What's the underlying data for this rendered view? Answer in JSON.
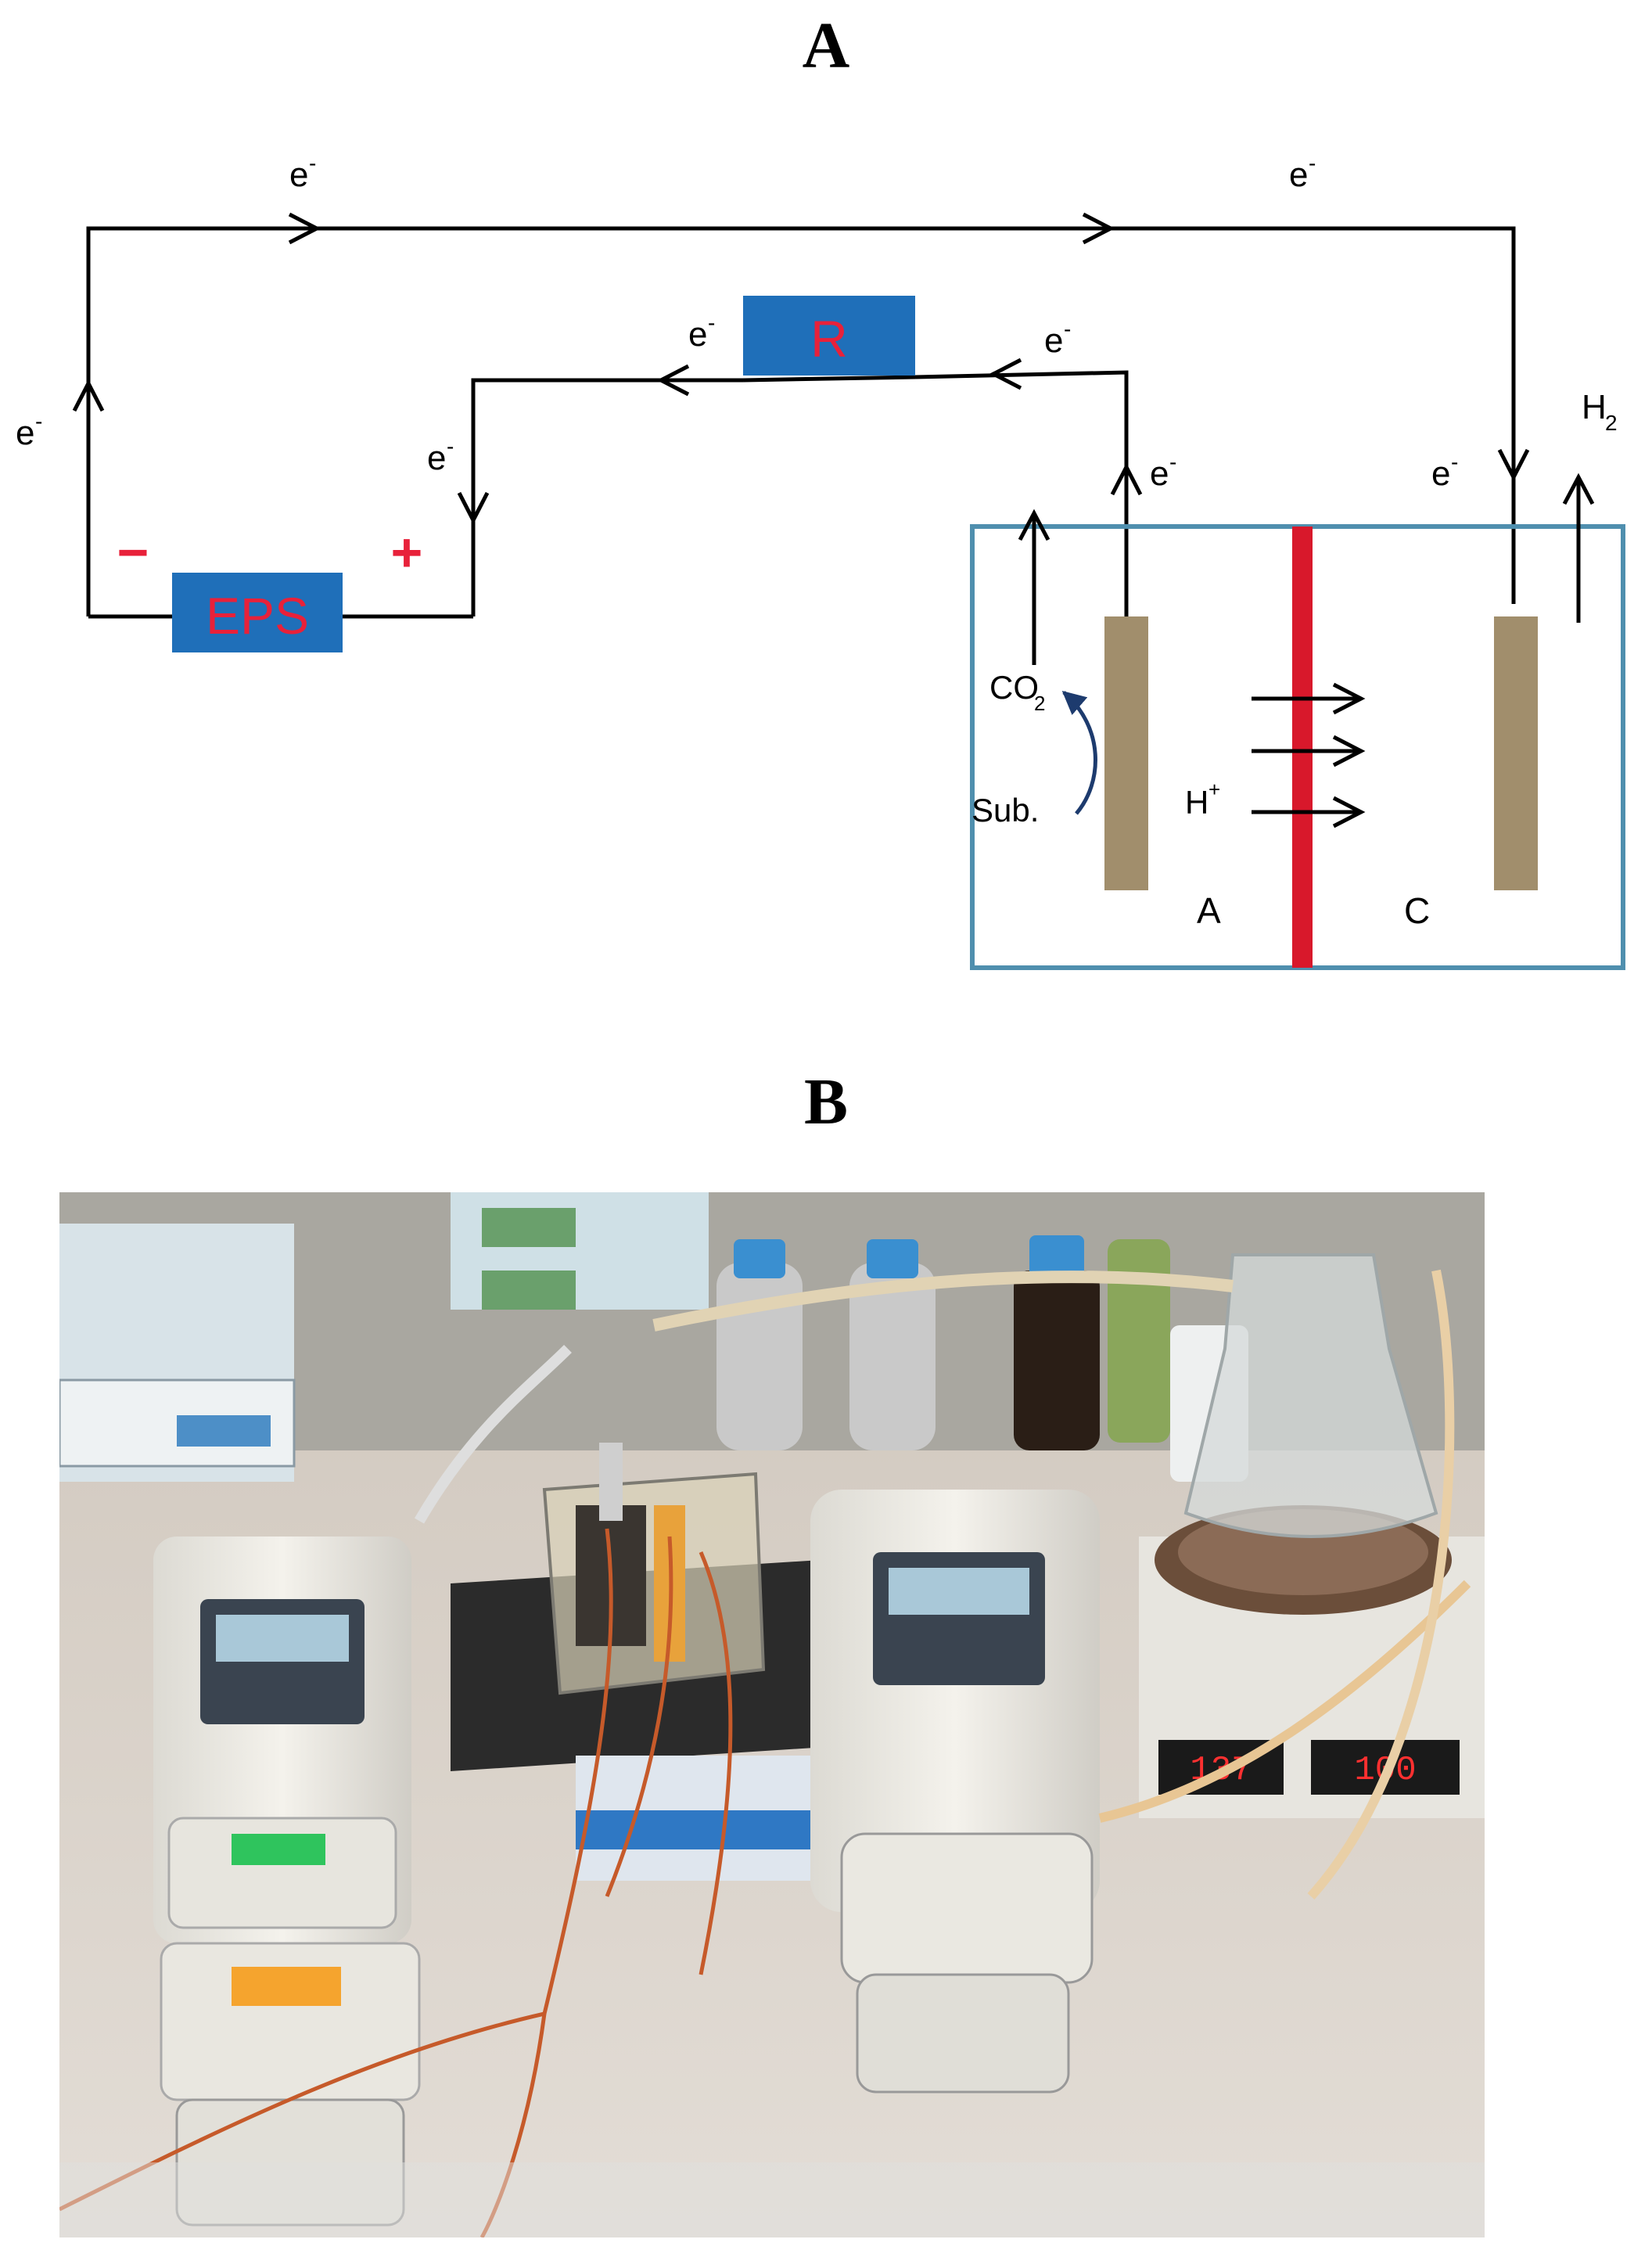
{
  "panels": {
    "a_label": "A",
    "b_label": "B"
  },
  "diagram": {
    "electron": "e",
    "electron_sup": "-",
    "power_supply_label": "EPS",
    "minus_sign": "−",
    "plus_sign": "+",
    "resistor_label": "R",
    "co2_main": "CO",
    "co2_sub": "2",
    "substrate": "Sub.",
    "proton_main": "H",
    "proton_sup": "+",
    "hydrogen_main": "H",
    "hydrogen_sub": "2",
    "anode_chamber": "A",
    "cathode_chamber": "C",
    "colors": {
      "wire": "#000000",
      "box_fill": "#1f6fb9",
      "box_text": "#e8213a",
      "sign": "#e8213a",
      "cell_border": "#4f8fae",
      "membrane": "#d8182b",
      "electrode": "#a18e6c",
      "curve_arrow": "#1d3b6e"
    }
  },
  "photo": {
    "pump_left_display": "",
    "pump_right_display": "",
    "stirrer_display_left": "137",
    "stirrer_display_right": "100"
  }
}
